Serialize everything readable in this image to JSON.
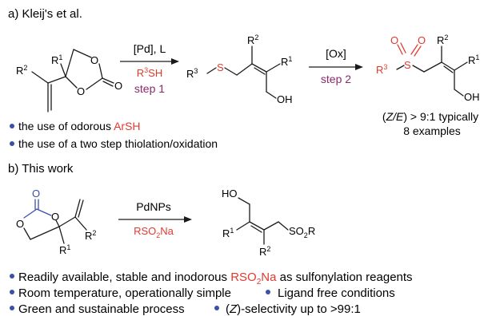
{
  "section_a": {
    "heading": "a) Kleij's et al.",
    "arrow1": {
      "top": "[Pd], L",
      "reagent": "R",
      "reagent_sup": "3",
      "reagent_tail": "SH",
      "step": "step 1"
    },
    "arrow2": {
      "top": "[Ox]",
      "step": "step 2"
    },
    "selectivity": {
      "prefix": "(",
      "italic": "Z/E",
      "suffix": ") > 9:1 typically"
    },
    "examples": "8 examples",
    "bullets": [
      {
        "text": "the use of odorous ",
        "highlight": "ArSH"
      },
      {
        "text": "the use of a two step thiolation/oxidation"
      }
    ]
  },
  "section_b": {
    "heading": "b) This work",
    "arrow": {
      "top": "PdNPs",
      "reagent_main": "RSO",
      "reagent_sub": "2",
      "reagent_tail": "Na"
    },
    "product_label": {
      "main": "SO",
      "sub": "2",
      "tail": "R"
    },
    "bullets": [
      {
        "pre": "Readily available, stable and inodorous ",
        "hl_main": "RSO",
        "hl_sub": "2",
        "hl_tail": "Na",
        "post": " as sulfonylation reagents"
      },
      {
        "a": "Room temperature, operationally simple",
        "b": "Ligand free conditions"
      },
      {
        "a": "Green and sustainable process",
        "b_pre": "(",
        "b_italic": "Z",
        "b_post": ")-selectivity up to >99:1"
      }
    ]
  },
  "atoms": {
    "O": "O",
    "S": "S",
    "OH": "OH",
    "HO": "HO",
    "R": "R",
    "R1": "1",
    "R2": "2",
    "R3": "3"
  },
  "colors": {
    "red": "#e03a2f",
    "blue": "#3b4fa8",
    "step": "#8b2a6b",
    "bullet": "#3b4fa8",
    "text": "#1a1a1a"
  }
}
